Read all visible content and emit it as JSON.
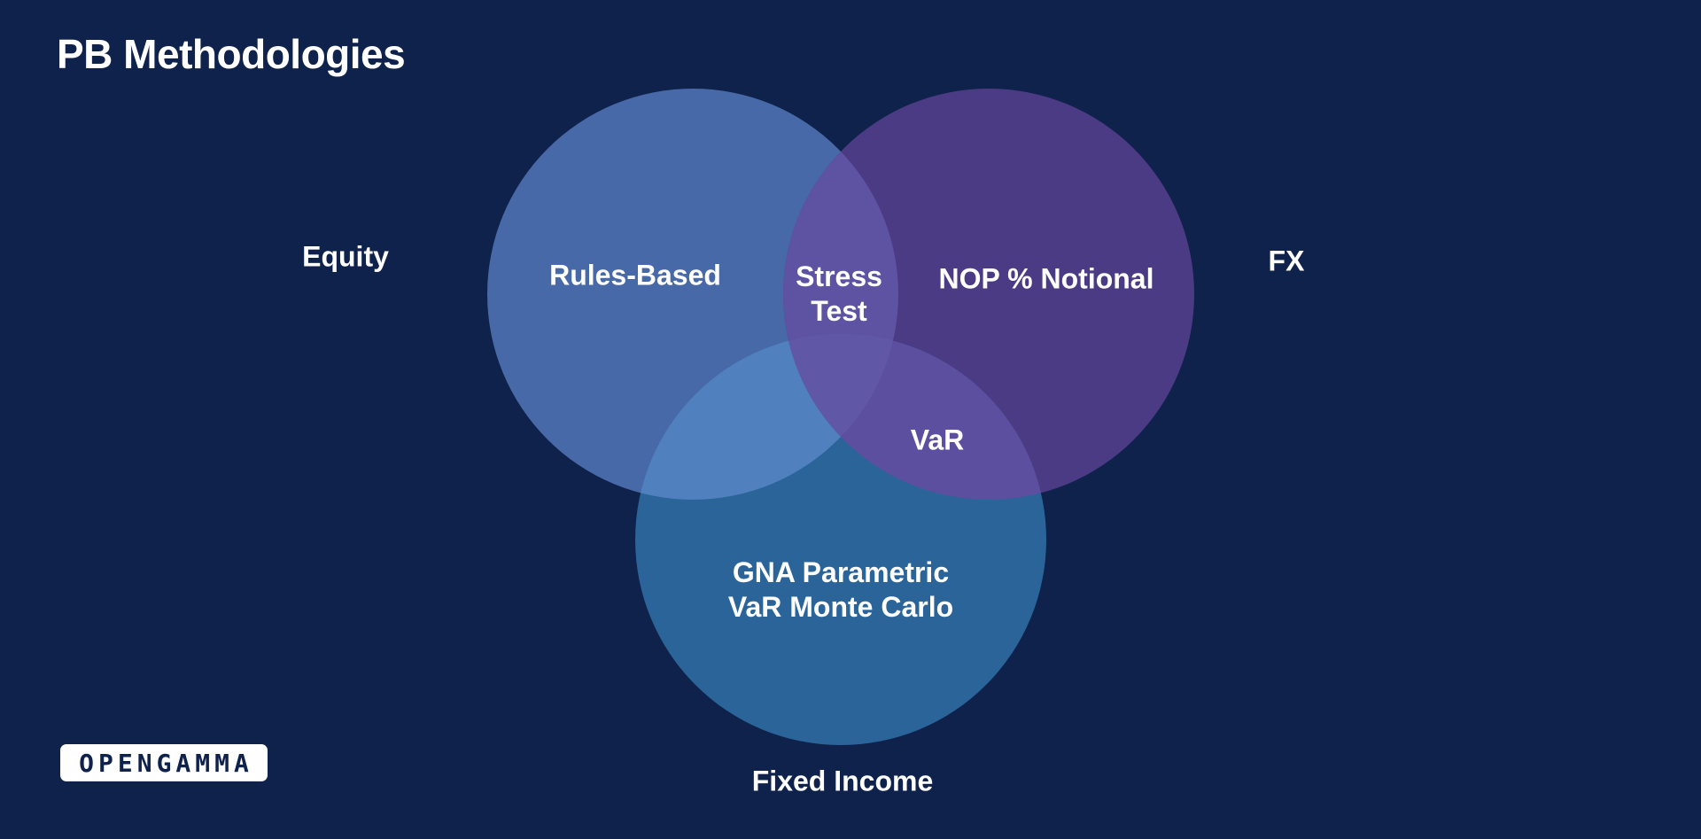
{
  "slide": {
    "title": "PB Methodologies"
  },
  "diagram": {
    "type": "venn",
    "sets": [
      {
        "name": "Equity",
        "color": "#4869a7"
      },
      {
        "name": "FX",
        "color": "#4b3b85"
      },
      {
        "name": "Fixed Income",
        "color": "#2a6499"
      }
    ],
    "regions": {
      "equity_only": "Rules-Based",
      "equity_fx": "Stress Test",
      "fx_only": "NOP % Notional",
      "fx_fixed_income": "VaR",
      "fixed_income_only": "GNA Parametric\nVaR Monte Carlo"
    },
    "overlap_colors": {
      "equity_fx": "#5e52a2",
      "equity_fixed_income": "#5080bd",
      "fx_fixed_income": "#5d4f9f",
      "all": "#6058a6"
    }
  },
  "logo": {
    "text": "OPENGAMMA"
  }
}
